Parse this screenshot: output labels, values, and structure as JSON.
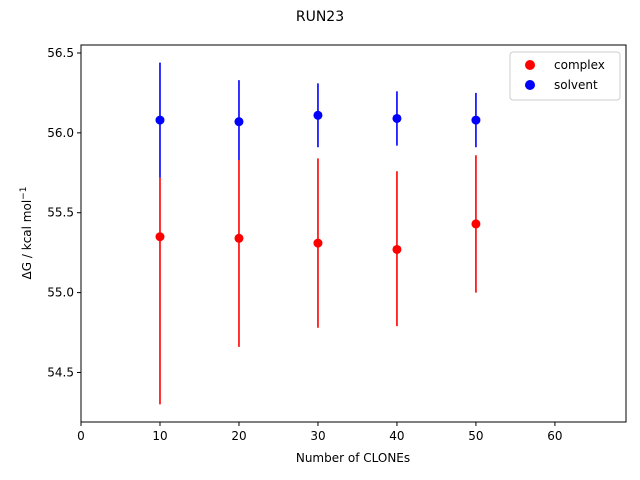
{
  "chart_data": {
    "type": "scatter",
    "title": "RUN23",
    "xlabel": "Number of CLONEs",
    "ylabel_main": "ΔG / kcal mol",
    "ylabel_sup": "−1",
    "xlim": [
      0,
      69
    ],
    "ylim": [
      54.19,
      56.55
    ],
    "xticks": [
      0,
      10,
      20,
      30,
      40,
      50,
      60
    ],
    "xtick_labels": [
      "0",
      "10",
      "20",
      "30",
      "40",
      "50",
      "60"
    ],
    "yticks": [
      54.5,
      55.0,
      55.5,
      56.0,
      56.5
    ],
    "ytick_labels": [
      "54.5",
      "55.0",
      "55.5",
      "56.0",
      "56.5"
    ],
    "grid": false,
    "legend_position": "top-right",
    "series": [
      {
        "name": "complex",
        "color": "#ff0000",
        "x": [
          10,
          20,
          30,
          40,
          50
        ],
        "y": [
          55.35,
          55.34,
          55.31,
          55.27,
          55.43
        ],
        "err_low": [
          54.3,
          54.66,
          54.78,
          54.79,
          55.0
        ],
        "err_high": [
          55.72,
          55.83,
          55.84,
          55.76,
          55.86
        ]
      },
      {
        "name": "solvent",
        "color": "#0000ff",
        "x": [
          10,
          20,
          30,
          40,
          50
        ],
        "y": [
          56.08,
          56.07,
          56.11,
          56.09,
          56.08
        ],
        "err_low": [
          55.72,
          55.83,
          55.91,
          55.92,
          55.91
        ],
        "err_high": [
          56.44,
          56.33,
          56.31,
          56.26,
          56.25
        ]
      }
    ]
  }
}
